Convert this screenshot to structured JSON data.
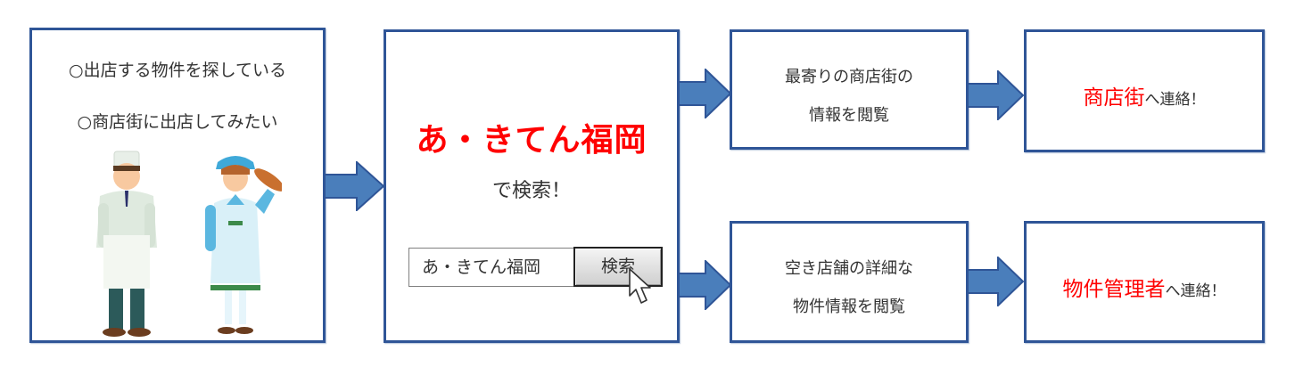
{
  "colors": {
    "border": "#2f5597",
    "arrow_fill": "#4a7ebb",
    "accent_red": "#ff0000",
    "text": "#333333"
  },
  "needs": {
    "line1": "○出店する物件を探している",
    "line2": "○商店街に出店してみたい",
    "illustration": [
      "chef-in-white-coat",
      "baker-woman-holding-bread"
    ]
  },
  "search": {
    "brand": "あ・きてん福岡",
    "subtitle": "で検索！",
    "input_value": "あ・きてん福岡",
    "button_label": "検索"
  },
  "browse_street": {
    "line1": "最寄りの商店街の",
    "line2": "情報を閲覧"
  },
  "browse_property": {
    "line1": "空き店舗の詳細な",
    "line2": "物件情報を閲覧"
  },
  "contact_street": {
    "highlight": "商店街",
    "rest": "へ連絡！"
  },
  "contact_owner": {
    "highlight": "物件管理者",
    "rest": "へ連絡！"
  },
  "icons": [
    "arrow-right-icon",
    "mouse-cursor-icon"
  ]
}
